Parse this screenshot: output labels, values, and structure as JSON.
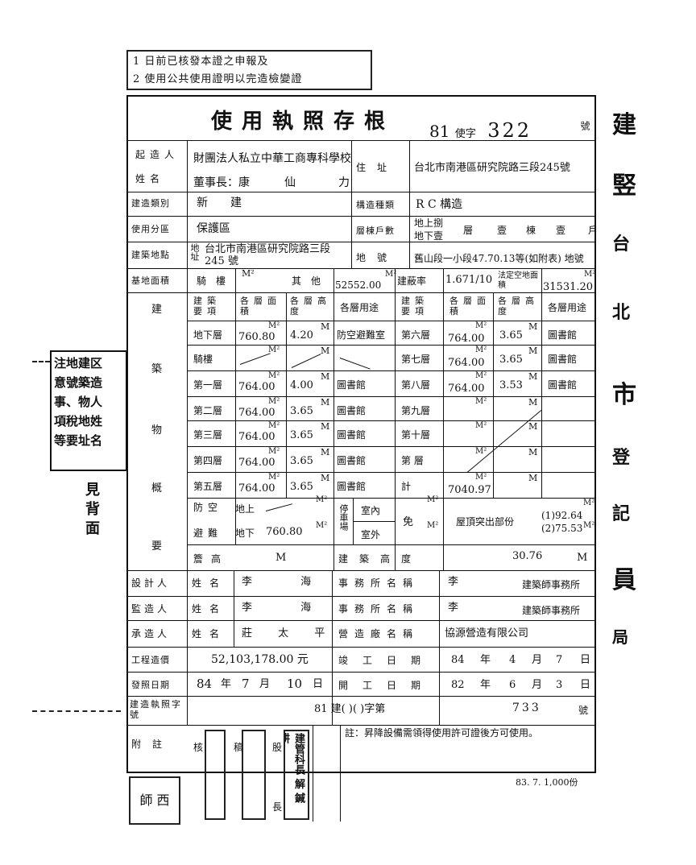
{
  "header_stamp": {
    "line1": "1 日前已核發本證之申報及",
    "line2": "2 使用公共使用證明以完造檢變證"
  },
  "form": {
    "title": "使用執照存根",
    "permit_year": "81",
    "permit_word": "使字",
    "permit_number": "322",
    "permit_suffix": "號"
  },
  "owner": {
    "label_a": "起造人",
    "label_b": "姓名",
    "name": "財團法人私立中華工商專科學校",
    "rep_title": "董事長：康",
    "rep_name": "仙",
    "rep_tail": "力",
    "address_label": "住址",
    "address": "台北市南港區研究院路三段245號"
  },
  "build": {
    "type_label": "建造類別",
    "type": "新建",
    "structure_label": "構造種類",
    "structure": "R C 構造",
    "zone_label": "使用分區",
    "zone": "保護區",
    "floors_label": "層棟戶數",
    "floors_above": "地上捌",
    "floors_below": "地下壹",
    "floors_unit": "層",
    "buildings": "壹",
    "building_unit": "棟",
    "households": "壹",
    "household_unit": "戶",
    "site_label": "建築地點",
    "site_sub": "地址",
    "site_address": "台北市南港區研究院路三段",
    "site_address2": "245 號",
    "lot_label": "地號",
    "lot": "舊山段一小段47.70.13等(如附表) 地號",
    "base_area_label": "基地面積",
    "arcade_label": "騎樓",
    "arcade_unit": "M²",
    "other_label": "其他",
    "other_value": "52552.00",
    "unit_m2": "M²",
    "coverage_label": "建蔽率",
    "coverage": "1.671/10",
    "legal_area_label": "法定空地面積",
    "legal_area": "31531.20",
    "legal_area_unit": "M²"
  },
  "summary": {
    "side_label": [
      "建",
      "築",
      "物",
      "概",
      "要"
    ],
    "head_item": "建築要項",
    "head_area": "各層面積",
    "head_height": "各層高度",
    "head_use": "各層用途",
    "unit_m": "M",
    "rows_left": [
      {
        "floor": "地下層",
        "area": "760.80",
        "height": "4.20",
        "use": "防空避難室"
      },
      {
        "floor": "騎樓",
        "area": "",
        "height": "",
        "use": ""
      },
      {
        "floor": "第一層",
        "area": "764.00",
        "height": "4.00",
        "use": "圖書館"
      },
      {
        "floor": "第二層",
        "area": "764.00",
        "height": "3.65",
        "use": "圖書館"
      },
      {
        "floor": "第三層",
        "area": "764.00",
        "height": "3.65",
        "use": "圖書館"
      },
      {
        "floor": "第四層",
        "area": "764.00",
        "height": "3.65",
        "use": "圖書館"
      },
      {
        "floor": "第五層",
        "area": "764.00",
        "height": "3.65",
        "use": "圖書館"
      }
    ],
    "rows_right": [
      {
        "floor": "第六層",
        "area": "764.00",
        "height": "3.65",
        "use": "圖書館"
      },
      {
        "floor": "第七層",
        "area": "764.00",
        "height": "3.65",
        "use": "圖書館"
      },
      {
        "floor": "第八層",
        "area": "764.00",
        "height": "3.53",
        "use": "圖書館"
      },
      {
        "floor": "第九層",
        "area": "",
        "height": "",
        "use": ""
      },
      {
        "floor": "第十層",
        "area": "",
        "height": "",
        "use": ""
      },
      {
        "floor": "第 層",
        "area": "",
        "height": "",
        "use": ""
      },
      {
        "floor": "計",
        "area": "7040.97",
        "height": "",
        "use": ""
      }
    ],
    "shelter_label_a": "防空",
    "shelter_label_b": "避難",
    "shelter_above": "地上",
    "shelter_below": "地下",
    "shelter_below_value": "760.80",
    "parking_label": "停車場",
    "parking_in": "室內",
    "parking_out": "室外",
    "exempt": "免",
    "roof_label": "屋頂突出部份",
    "roof_1": "(1)92.64",
    "roof_2": "(2)75.53",
    "eave_label": "簷高",
    "eave_value": "M",
    "building_height_label": "建築高度",
    "building_height": "30.76",
    "building_height_unit": "M"
  },
  "people": {
    "designer_label": "設計人",
    "supervisor_label": "監造人",
    "contractor_label": "承造人",
    "name_label": "姓名",
    "designer_name": "李 海",
    "supervisor_name": "李 海",
    "contractor_name": "莊 太 平",
    "office_label": "事務所名稱",
    "designer_office": "李",
    "designer_office_tail": "建築師事務所",
    "supervisor_office": "李",
    "supervisor_office_tail": "建築師事務所",
    "company_label": "營造廠名稱",
    "company": "協源營造有限公司"
  },
  "costs": {
    "cost_label": "工程造價",
    "cost_value": "52,103,178.00 元",
    "complete_label": "竣工日期",
    "complete_year": "84",
    "complete_month": "4",
    "complete_day": "7",
    "year": "年",
    "month": "月",
    "day": "日",
    "issue_label": "發照日期",
    "issue_year": "84",
    "issue_month": "7",
    "issue_day": "10",
    "start_label": "開工日期",
    "start_year": "82",
    "start_month": "6",
    "start_day": "3",
    "license_label": "建造執照字號",
    "license_text": "81 建(      )(        )字第",
    "license_number": "733",
    "license_suffix": "號"
  },
  "notes": {
    "label": "附註",
    "note": "註：昇降設備需領得使用許可證後方可使用。",
    "approvals": [
      "核",
      "稿",
      "股",
      "長"
    ],
    "approval_seal_text": "建管科長 解 鍼 耕"
  },
  "side_note": {
    "text": [
      "注地建区",
      "意號築造",
      "事、物人",
      "項稅地姓",
      "等要址名"
    ],
    "back": "見背面"
  },
  "bottom_stamp": "師 西",
  "footer": "83. 7. 1,000份",
  "right_column": [
    "建",
    "竪",
    "台",
    "北",
    "市",
    "登",
    "記",
    "員",
    "局"
  ]
}
